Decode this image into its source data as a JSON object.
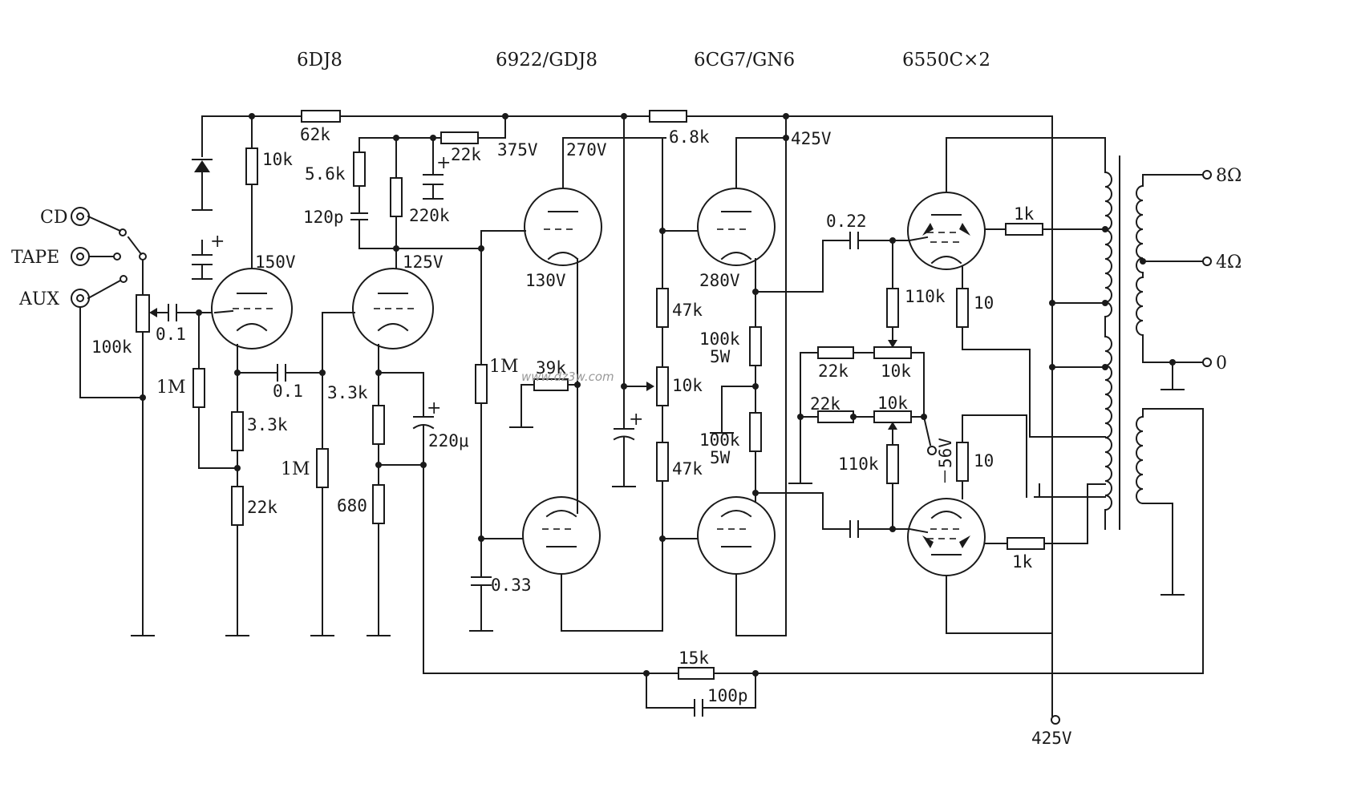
{
  "tubes": {
    "v1": "6DJ8",
    "v2": "6922/GDJ8",
    "v3": "6CG7/GN6",
    "v4": "6550C×2"
  },
  "inputs": {
    "cd": "CD",
    "tape": "TAPE",
    "aux": "AUX"
  },
  "outputs": {
    "tap8": "8Ω",
    "tap4": "4Ω",
    "tap0": "0"
  },
  "voltages": {
    "b425_top": "425V",
    "b425_bottom": "425V",
    "v375": "375V",
    "v270": "270V",
    "v150": "150V",
    "v125": "125V",
    "v130": "130V",
    "v280": "280V",
    "bias": "－56V"
  },
  "components": {
    "r62k": "62k",
    "r6_8k": "6.8k",
    "r10k_a": "10k",
    "r5_6k": "5.6k",
    "c120p": "120p",
    "r220k": "220k",
    "r22k_dec": "22k",
    "pot100k": "100k",
    "c0_1_in": "0.1",
    "r1m_g1": "1M",
    "c0_1_cpl": "0.1",
    "r3_3k_a": "3.3k",
    "r22k_k": "22k",
    "r1m_g2": "1M",
    "r3_3k_b": "3.3k",
    "c220u": "220μ",
    "r680": "680",
    "r1m_g3": "1M",
    "r39k": "39k",
    "c0_33": "0.33",
    "r47k_a": "47k",
    "pot10k_bal": "10k",
    "r47k_b": "47k",
    "r100k5w_a": "100k",
    "w5_a": "5W",
    "r100k5w_b": "100k",
    "w5_b": "5W",
    "c0_22": "0.22",
    "r110k_a": "110k",
    "r22k_b1": "22k",
    "pot10k_b1": "10k",
    "r22k_b2": "22k",
    "pot10k_b2": "10k",
    "r110k_b": "110k",
    "r10_a": "10",
    "r10_b": "10",
    "r1k_a": "1k",
    "r1k_b": "1k",
    "r15k": "15k",
    "c100p": "100p"
  },
  "watermark": "www.dz3w.com"
}
